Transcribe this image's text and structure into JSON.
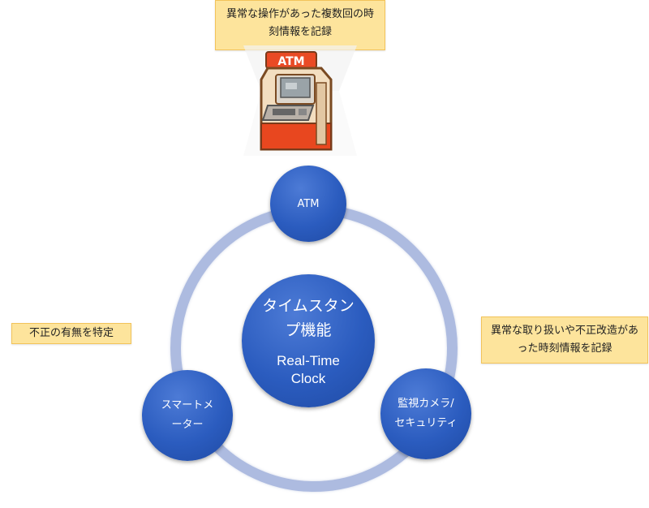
{
  "notes": {
    "atm": "異常な操作があった複数回の時刻情報を記録",
    "smart_meter": "不正の有無を特定",
    "camera": "異常な取り扱いや不正改造があった時刻情報を記録"
  },
  "nodes": {
    "atm": "ATM",
    "smart_meter": "スマートメーター",
    "camera": "監視カメラ/セキュリティ"
  },
  "center": {
    "title": "タイムスタンプ機能",
    "subtitle": "Real-Time Clock"
  },
  "illustration": {
    "sign_text": "ATM"
  },
  "colors": {
    "node_blue": "#2b5cbf",
    "ring": "#adbbe0",
    "note_bg": "#fde49c"
  }
}
